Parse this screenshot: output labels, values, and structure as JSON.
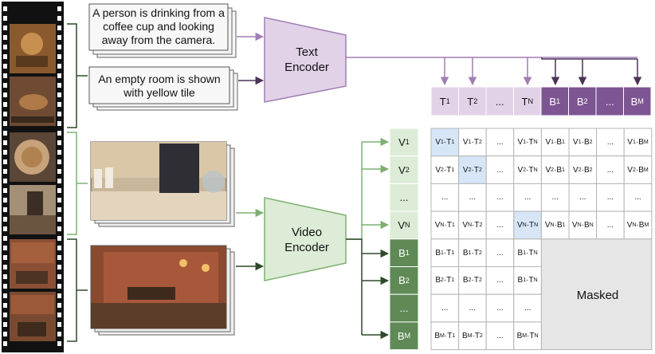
{
  "captions": [
    "A person is drinking from a coffee cup and looking away from the camera.",
    "An empty room is shown with yellow tile"
  ],
  "text_encoder": {
    "label": "Text Encoder"
  },
  "video_encoder": {
    "label": "Video Encoder"
  },
  "text_tokens": [
    {
      "base": "T",
      "sub": "1"
    },
    {
      "base": "T",
      "sub": "2"
    },
    {
      "base": "...",
      "sub": ""
    },
    {
      "base": "T",
      "sub": "N"
    },
    {
      "base": "B",
      "sub": "1"
    },
    {
      "base": "B",
      "sub": "2"
    },
    {
      "base": "...",
      "sub": ""
    },
    {
      "base": "B",
      "sub": "M"
    }
  ],
  "video_tokens": [
    {
      "base": "V",
      "sub": "1"
    },
    {
      "base": "V",
      "sub": "2"
    },
    {
      "base": "...",
      "sub": ""
    },
    {
      "base": "V",
      "sub": "N"
    },
    {
      "base": "B",
      "sub": "1"
    },
    {
      "base": "B",
      "sub": "2"
    },
    {
      "base": "...",
      "sub": ""
    },
    {
      "base": "B",
      "sub": "M"
    }
  ],
  "matrix": {
    "rows": [
      [
        "V1·T1",
        "V1·T2",
        "...",
        "V1·TN",
        "V1·B1",
        "V1·B2",
        "...",
        "V1·BM"
      ],
      [
        "V2·T1",
        "V2·T2",
        "...",
        "V2·TN",
        "V2·B1",
        "V2·B2",
        "...",
        "V2·BM"
      ],
      [
        "...",
        "...",
        "...",
        "...",
        "...",
        "...",
        "...",
        "..."
      ],
      [
        "VN·T1",
        "VN·T2",
        "...",
        "VN·TN",
        "VN·B1",
        "VN·BN",
        "...",
        "VN·BM"
      ],
      [
        "B1·T1",
        "B1·T2",
        "...",
        "B1·TN"
      ],
      [
        "B2·T1",
        "B2·T2",
        "...",
        "B1·TN"
      ],
      [
        "...",
        "...",
        "...",
        "..."
      ],
      [
        "BM·T1",
        "BM·T2",
        "...",
        "BM·TN"
      ]
    ],
    "masked_label": "Masked"
  },
  "colors": {
    "text_light": "#e2d2e8",
    "text_dark": "#7d5592",
    "text_arrow": "#9f7fb3",
    "text_arrow_dark": "#4a3357",
    "video_light": "#dcecd6",
    "video_dark": "#5f8a56",
    "video_arrow": "#7fb073",
    "video_arrow_dark": "#2f4a2a",
    "diag_highlight": "#d6e6f7",
    "masked": "#e6e6e6"
  }
}
